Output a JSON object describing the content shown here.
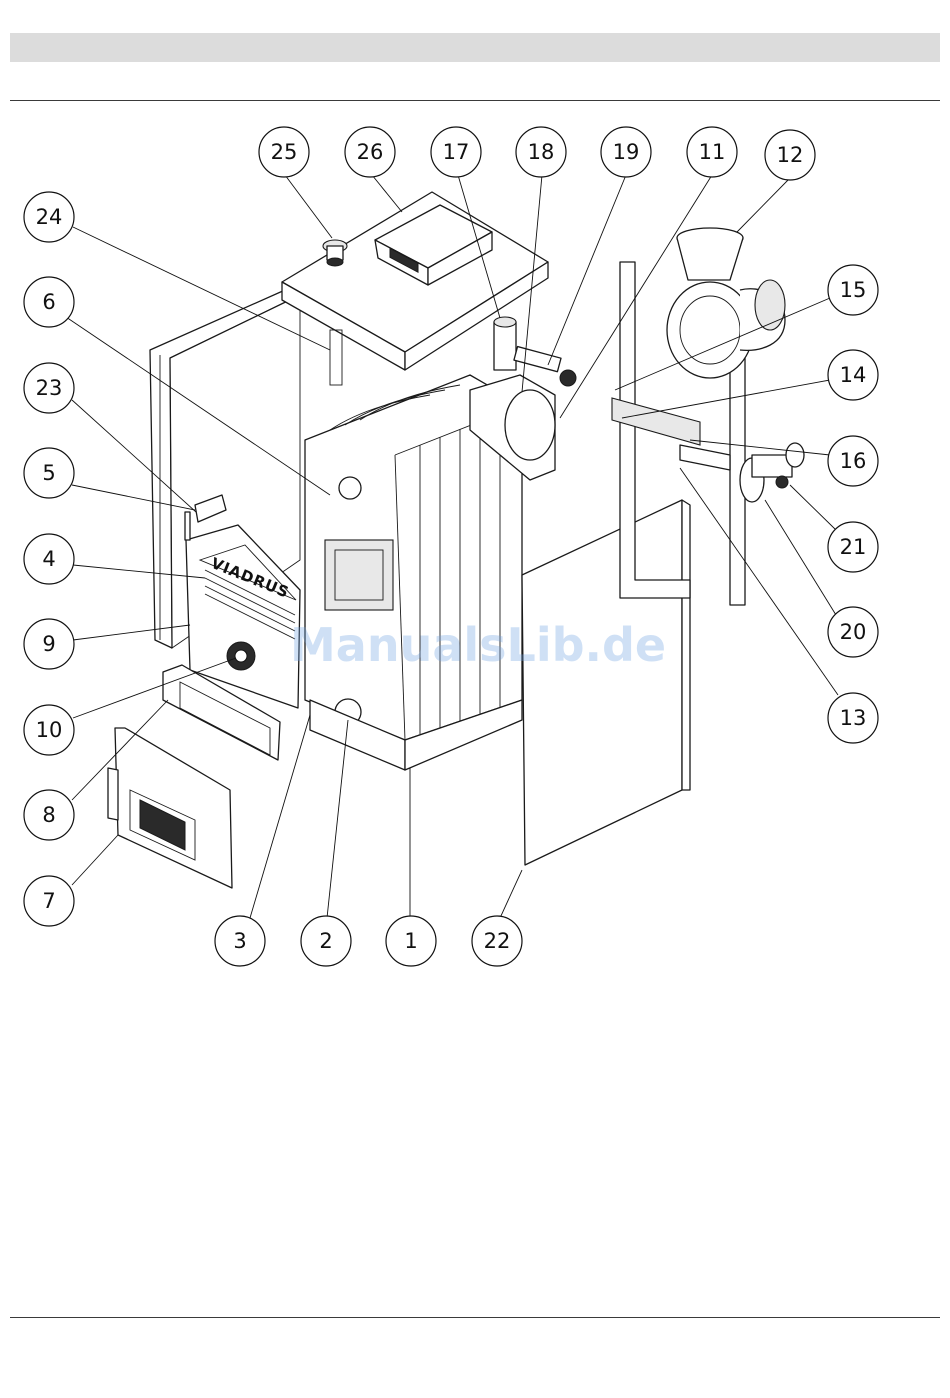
{
  "diagram": {
    "brand_label": "VIADRUS",
    "watermark": "ManualsLib.de",
    "callouts": [
      "25",
      "26",
      "17",
      "18",
      "19",
      "11",
      "12",
      "24",
      "6",
      "23",
      "5",
      "4",
      "9",
      "10",
      "8",
      "7",
      "15",
      "14",
      "16",
      "21",
      "20",
      "13",
      "3",
      "2",
      "1",
      "22"
    ]
  }
}
